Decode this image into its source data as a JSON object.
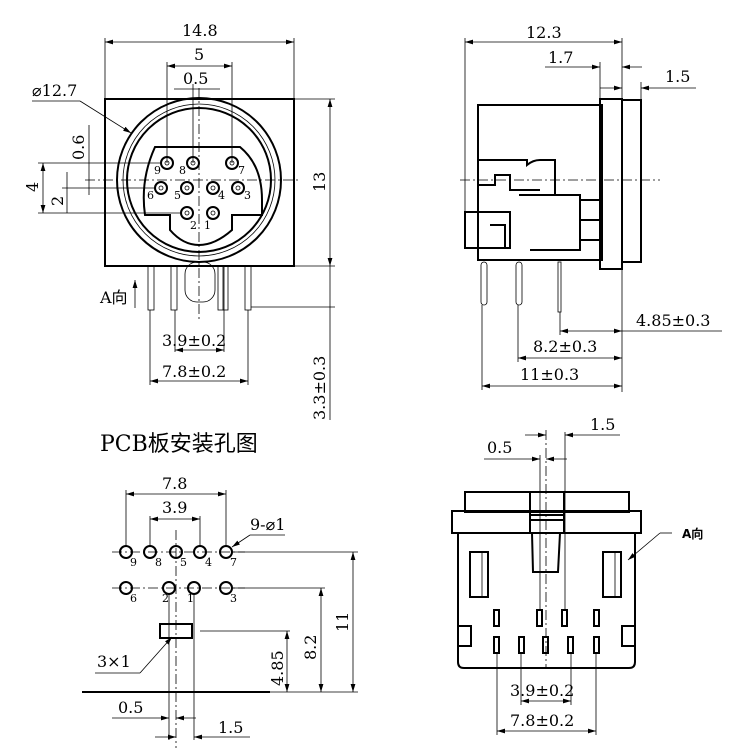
{
  "front_view": {
    "width_label": "14.8",
    "pin_span_label": "5",
    "offset_label": "0.5",
    "diameter_label": "⌀12.7",
    "row_gap_label": "0.6",
    "height_4_label": "4",
    "height_2_label": "2",
    "height_label": "13",
    "pin_length_label": "3.3±0.3",
    "pitch_small_label": "3.9±0.2",
    "pitch_large_label": "7.8±0.2",
    "direction_label": "A向",
    "pin_numbers": [
      "9",
      "8",
      "7",
      "6",
      "5",
      "4",
      "3",
      "2",
      "1"
    ]
  },
  "side_view": {
    "depth_label": "12.3",
    "flange_label": "1.7",
    "flange2_label": "1.5",
    "pin1_label": "4.85±0.3",
    "pin2_label": "8.2±0.3",
    "pin3_label": "11±0.3"
  },
  "pcb_view": {
    "title": "PCB板安装孔图",
    "span_label": "7.8",
    "pitch_label": "3.9",
    "hole_label": "9-⌀1",
    "slot_label": "3×1",
    "offset_label": "0.5",
    "offset2_label": "1.5",
    "dist1_label": "4.85",
    "dist2_label": "8.2",
    "dist3_label": "11",
    "hole_numbers_top": [
      "9",
      "8",
      "5",
      "4",
      "7"
    ],
    "hole_numbers_bottom": [
      "6",
      "2",
      "1",
      "3"
    ]
  },
  "bottom_view": {
    "offset2_label": "1.5",
    "offset_label": "0.5",
    "direction_label": "A向",
    "pitch_small_label": "3.9±0.2",
    "pitch_large_label": "7.8±0.2"
  }
}
